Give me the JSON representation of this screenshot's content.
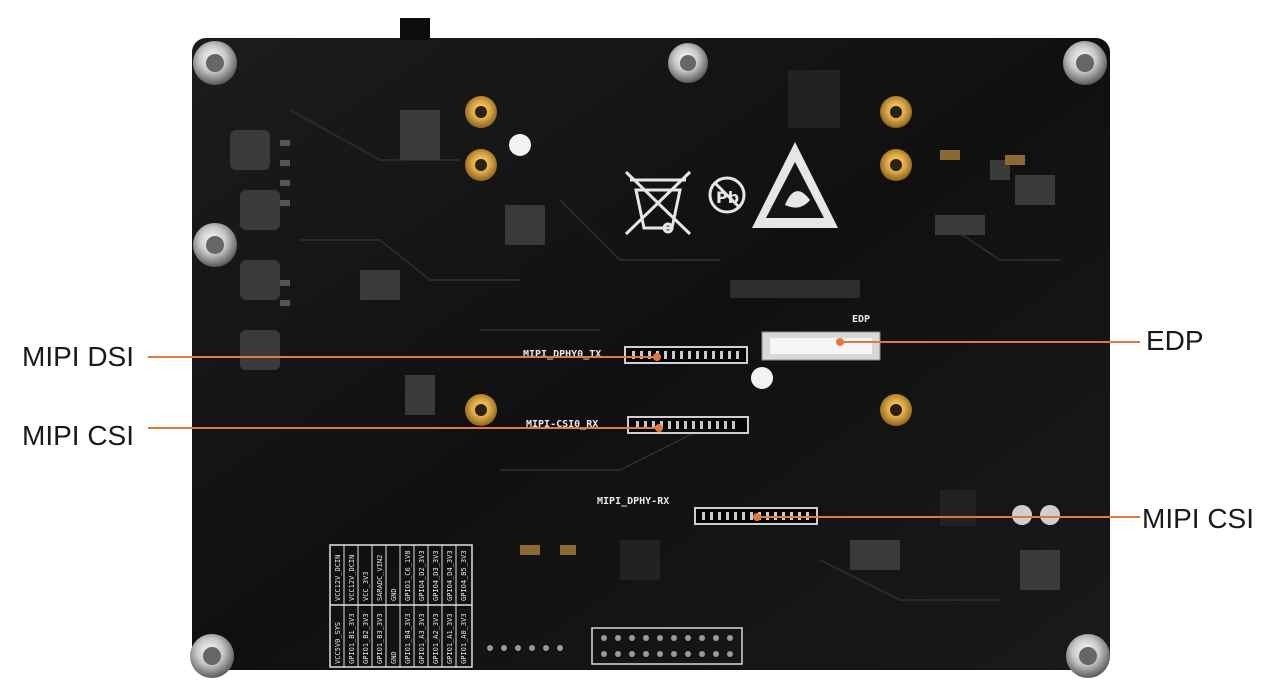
{
  "callouts": {
    "mipi_dsi": "MIPI DSI",
    "mipi_csi_left": "MIPI CSI",
    "mipi_csi_right": "MIPI CSI",
    "edp": "EDP"
  },
  "silkscreen": {
    "dphy_tx": "MIPI_DPHY0_TX",
    "csi_rx": "MIPI-CSI0_RX",
    "dphy_rx": "MIPI_DPHY-RX",
    "edp": "EDP",
    "pins_row1": [
      "VCC12V_DCIN",
      "VCC12V_DCIN",
      "VCC_3V3",
      "SARADC_VIN2",
      "GND",
      "GPIO1_C6_1V8",
      "GPIO4_D2_3V3",
      "GPIO4_D3_3V3",
      "GPIO4_D4_3V3",
      "GPIO4_B5_3V3"
    ],
    "pins_row2": [
      "VCC5V0_SYS",
      "GPIO1_B1_3V3",
      "GPIO1_B2_3V3",
      "GPIO1_B3_3V3",
      "GND",
      "GPIO1_B4_3V3",
      "GPIO1_A3_3V3",
      "GPIO1_A2_3V3",
      "GPIO1_A1_3V3",
      "GPIO1_A0_3V3"
    ]
  },
  "colors": {
    "board": "#141414",
    "leader_line": "#e07a3c",
    "gold_pad": "#d9a441",
    "standoff": "#b9b9b9"
  },
  "icons": [
    "weee-crossed-bin-icon",
    "lead-free-pb-icon",
    "esd-warning-triangle-icon"
  ]
}
